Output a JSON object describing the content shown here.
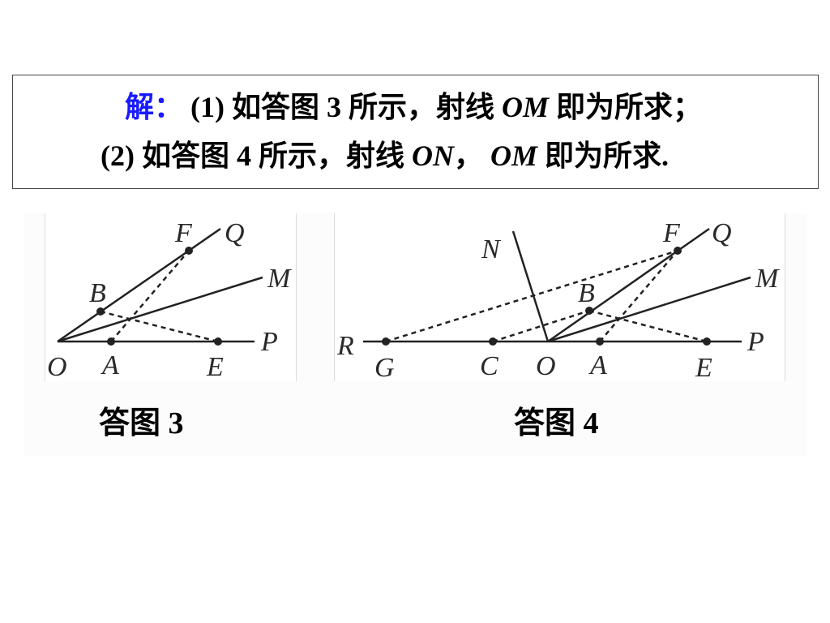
{
  "solution": {
    "label": "解：",
    "line1": {
      "prefix": "(1) 如答图 3 所示，射线 ",
      "ray": "OM",
      "suffix": " 即为所求；"
    },
    "line2": {
      "prefix": "(2) 如答图 4 所示，射线 ",
      "ray1": "ON",
      "sep": "， ",
      "ray2": "OM",
      "suffix": " 即为所求."
    },
    "accent_color": "#1a1aff"
  },
  "figures": [
    {
      "caption": "答图 3",
      "points": {
        "O": "O",
        "A": "A",
        "E": "E",
        "P": "P",
        "B": "B",
        "F": "F",
        "Q": "Q",
        "M": "M"
      },
      "solid_rays": [
        "OP",
        "OQ",
        "OM"
      ],
      "dashed_segments": [
        "AF",
        "BE"
      ],
      "marked_points": [
        "B",
        "F",
        "A",
        "E"
      ]
    },
    {
      "caption": "答图 4",
      "points": {
        "R": "R",
        "G": "G",
        "C": "C",
        "O": "O",
        "A": "A",
        "E": "E",
        "P": "P",
        "N": "N",
        "B": "B",
        "F": "F",
        "Q": "Q",
        "M": "M"
      },
      "solid_rays": [
        "OR",
        "OP",
        "OQ",
        "OM",
        "ON"
      ],
      "dashed_segments": [
        "AF",
        "BE",
        "CB",
        "GF"
      ],
      "marked_points": [
        "G",
        "C",
        "A",
        "E",
        "B",
        "F"
      ]
    }
  ]
}
